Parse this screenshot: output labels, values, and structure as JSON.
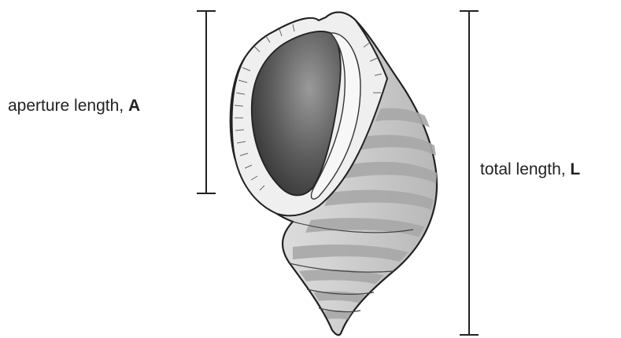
{
  "labels": {
    "aperture_text": "aperture length, ",
    "aperture_symbol": "A",
    "total_text": "total length, ",
    "total_symbol": "L"
  },
  "colors": {
    "line": "#222222",
    "shell_light": "#ececec",
    "shell_mid": "#c9c9c9",
    "band": "#a6a6a6",
    "aperture_dark": "#4a4a4a"
  },
  "icons": {
    "shell": "sea-snail-shell-illustration"
  }
}
